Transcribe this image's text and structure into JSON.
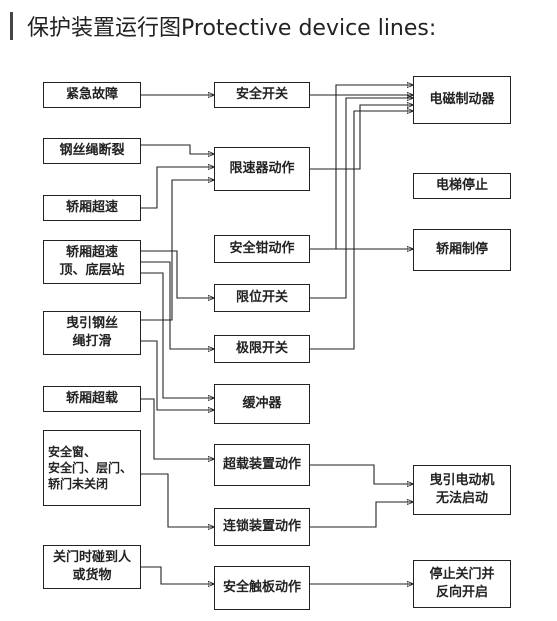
{
  "title": "保护装置运行图Protective device lines:",
  "nodes": {
    "emergency": "紧急故障",
    "rope_break": "钢丝绳断裂",
    "car_overspeed": "轿厢超速",
    "car_top_bottom": "轿厢超速\n顶、底层站",
    "traction_slip": "曳引钢丝\n绳打滑",
    "car_overload": "轿厢超载",
    "doors_open": "安全窗、\n安全门、层门、\n轿门未关闭",
    "door_obstruct": "关门时碰到人\n或货物",
    "safety_switch": "安全开关",
    "governor": "限速器动作",
    "safety_gear": "安全钳动作",
    "limit_switch": "限位开关",
    "final_limit": "极限开关",
    "buffer": "缓冲器",
    "overload_device": "超载装置动作",
    "interlock": "连锁装置动作",
    "safety_edge": "安全触板动作",
    "brake": "电磁制动器",
    "elevator_stop": "电梯停止",
    "car_brake": "轿厢制停",
    "motor_no_start": "曳引电动机\n无法启动",
    "door_reopen": "停止关门并\n反向开启"
  },
  "edges": [
    [
      "emergency",
      "safety_switch"
    ],
    [
      "safety_switch",
      "brake"
    ],
    [
      "rope_break",
      "governor"
    ],
    [
      "car_overspeed",
      "governor"
    ],
    [
      "car_top_bottom",
      "limit_switch"
    ],
    [
      "car_top_bottom",
      "final_limit"
    ],
    [
      "car_top_bottom",
      "buffer"
    ],
    [
      "traction_slip",
      "governor"
    ],
    [
      "traction_slip",
      "buffer"
    ],
    [
      "governor",
      "brake"
    ],
    [
      "safety_gear",
      "brake"
    ],
    [
      "safety_gear",
      "car_brake"
    ],
    [
      "limit_switch",
      "brake"
    ],
    [
      "final_limit",
      "brake"
    ],
    [
      "car_overload",
      "overload_device"
    ],
    [
      "doors_open",
      "interlock"
    ],
    [
      "overload_device",
      "motor_no_start"
    ],
    [
      "interlock",
      "motor_no_start"
    ],
    [
      "door_obstruct",
      "safety_edge"
    ],
    [
      "safety_edge",
      "door_reopen"
    ]
  ]
}
